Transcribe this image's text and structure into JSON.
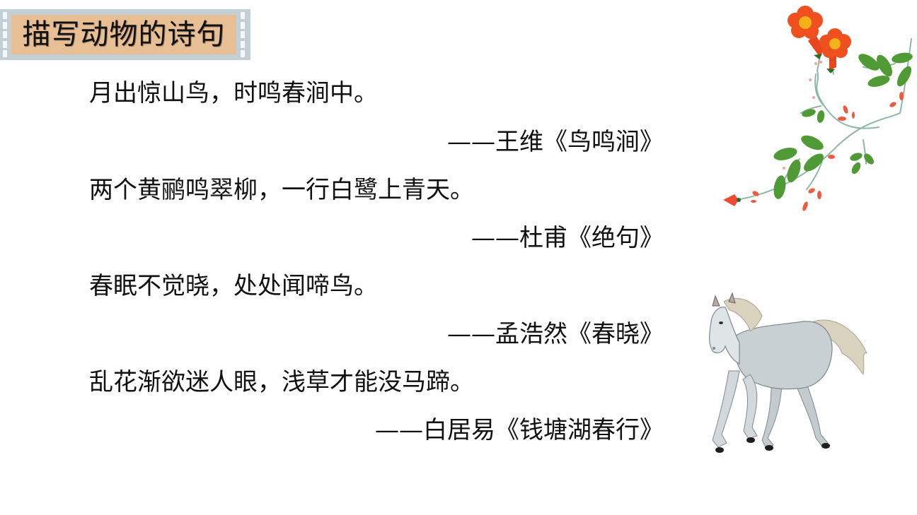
{
  "slide": {
    "title": "描写动物的诗句",
    "colors": {
      "title_frame": "#c3cfd4",
      "title_fill": "#e8bf95",
      "text": "#111111",
      "flower_petal": "#f0501e",
      "flower_center": "#f5b21a",
      "leaf": "#4f9a34",
      "stem": "#8fb7a8",
      "horse_body": "#c9d0d4",
      "horse_mane": "#d8d2bf"
    }
  },
  "poems": [
    {
      "line": "月出惊山鸟，时鸣春涧中。",
      "source": "——王维《鸟鸣涧》"
    },
    {
      "line": "两个黄鹂鸣翠柳，一行白鹭上青天。",
      "source": "——杜甫《绝句》"
    },
    {
      "line": "春眠不觉晓，处处闻啼鸟。",
      "source": "——孟浩然《春晓》"
    },
    {
      "line": "乱花渐欲迷人眼，浅草才能没马蹄。",
      "source": "——白居易《钱塘湖春行》"
    }
  ],
  "decorations": {
    "top_right": "trumpet-flower-vine",
    "bottom_right": "white-horse"
  }
}
